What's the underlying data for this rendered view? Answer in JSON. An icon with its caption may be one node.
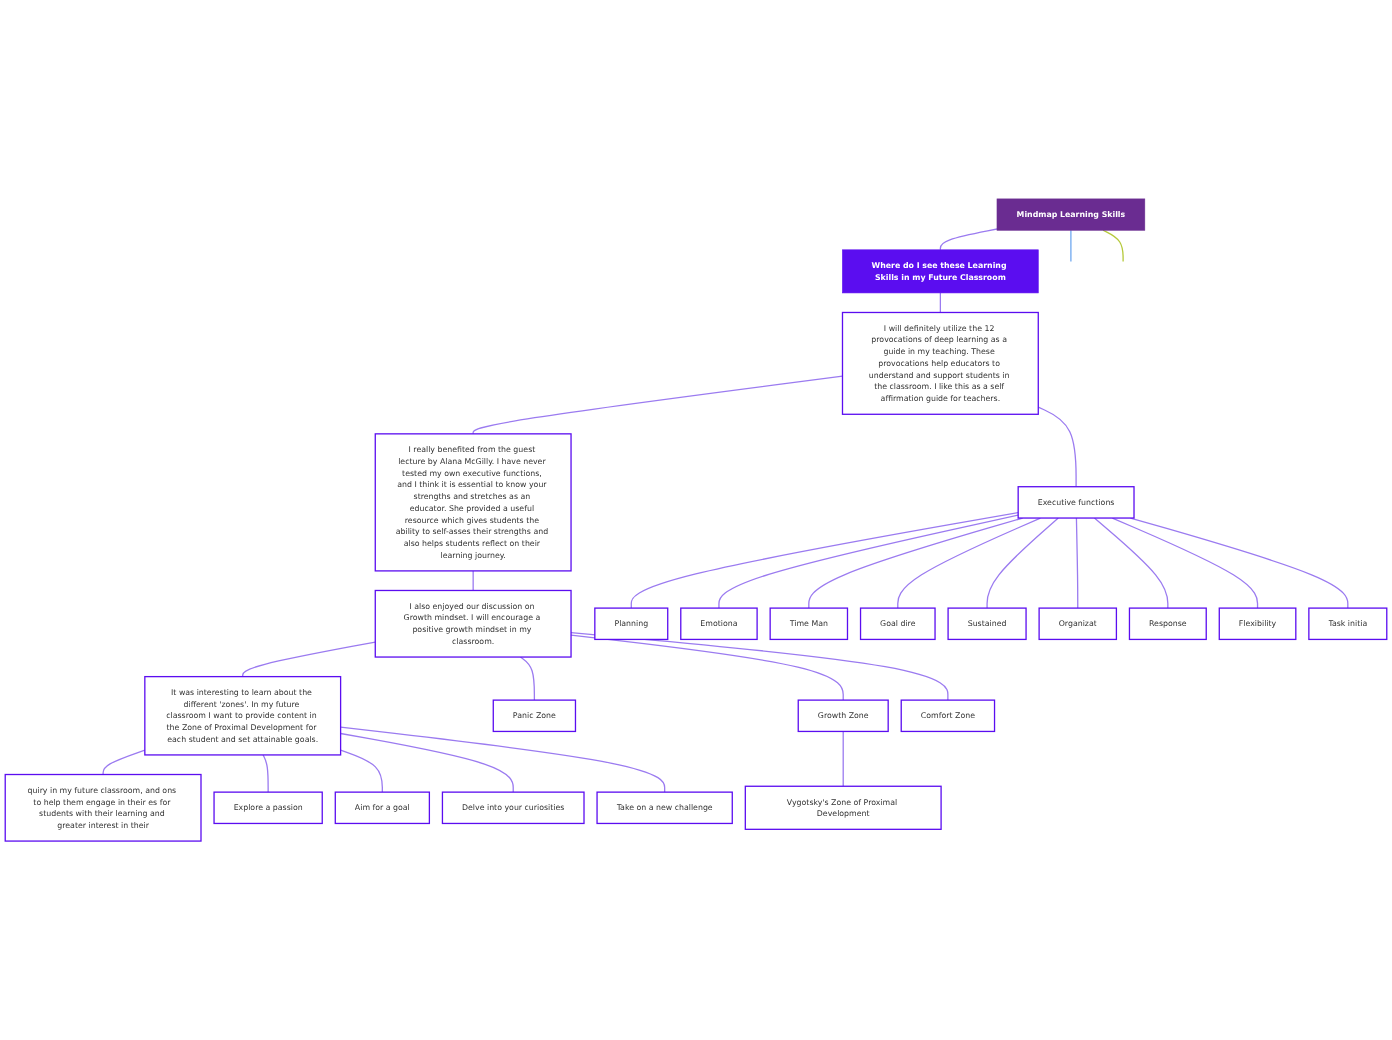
{
  "diagram": {
    "nodes": [
      {
        "text": [
          "Mindmap Learning Skills"
        ]
      },
      {
        "text": [
          "Where do I see these Learning Skills in my Future Classroom"
        ]
      },
      {
        "text": [
          "I will definitely utilize the 12 provocations of deep learning as a guide in my teaching. These provocations help educators to understand and support students in the classroom. I like this as a self affirmation guide for teachers."
        ]
      },
      {
        "text": [
          "I really benefited from the guest lecture by Alana McGilly. I have never tested my own executive functions, and I think it is essential to know your strengths and stretches as an educator. She provided a useful resource which gives students the ability to self-asses their strengths and also helps students reflect on their learning journey."
        ]
      },
      {
        "text": [
          "I also enjoyed our discussion on Growth mindset. I will encourage a positive growth mindset in my classroom."
        ]
      },
      {
        "text": [
          "It was interesting to learn about the different 'zones'. In my future classroom I want to provide content in the Zone of Proximal Development for each student and set attainable goals."
        ]
      },
      {
        "text": [
          "quiry in my future classroom, and ons to help them engage in their es for students with their learning and greater interest in their"
        ]
      },
      {
        "text": [
          "Explore a passion"
        ]
      },
      {
        "text": [
          "Aim for a goal"
        ]
      },
      {
        "text": [
          "Delve into your curiosities"
        ]
      },
      {
        "text": [
          "Take on a new challenge"
        ]
      },
      {
        "text": [
          "Panic Zone"
        ]
      },
      {
        "text": [
          "Growth Zone"
        ]
      },
      {
        "text": [
          "Comfort Zone"
        ]
      },
      {
        "text": [
          "Vygotsky's Zone of Proximal Development"
        ]
      },
      {
        "text": [
          "Executive functions"
        ]
      },
      {
        "text": [
          "Planning"
        ]
      },
      {
        "text": [
          "Emotiona"
        ]
      },
      {
        "text": [
          "Time Man"
        ]
      },
      {
        "text": [
          "Goal dire"
        ]
      },
      {
        "text": [
          "Sustained"
        ]
      },
      {
        "text": [
          "Organizat"
        ]
      },
      {
        "text": [
          "Response"
        ]
      },
      {
        "text": [
          "Flexibility"
        ]
      },
      {
        "text": [
          "Task initia"
        ]
      }
    ],
    "edges": [
      {
        "from": 0,
        "to": null,
        "arrow": "none",
        "color": "#6fa8f0"
      },
      {
        "from": 0,
        "to": null,
        "arrow": "none",
        "color": "#b5c93a"
      },
      {
        "from": 0,
        "to": 1,
        "arrow": "none"
      },
      {
        "from": 1,
        "to": 2,
        "arrow": "none"
      },
      {
        "from": 2,
        "to": 3,
        "arrow": "none"
      },
      {
        "from": 2,
        "to": 15,
        "arrow": "none"
      },
      {
        "from": 3,
        "to": 4,
        "arrow": "none"
      },
      {
        "from": 4,
        "to": 5,
        "arrow": "none"
      },
      {
        "from": 4,
        "to": 11,
        "arrow": "none"
      },
      {
        "from": 4,
        "to": 12,
        "arrow": "none"
      },
      {
        "from": 4,
        "to": 13,
        "arrow": "none"
      },
      {
        "from": 5,
        "to": 6,
        "arrow": "none"
      },
      {
        "from": 5,
        "to": 7,
        "arrow": "none"
      },
      {
        "from": 5,
        "to": 8,
        "arrow": "none"
      },
      {
        "from": 5,
        "to": 9,
        "arrow": "none"
      },
      {
        "from": 5,
        "to": 10,
        "arrow": "none"
      },
      {
        "from": 12,
        "to": 14,
        "arrow": "none"
      },
      {
        "from": 15,
        "to": 16,
        "arrow": "none"
      },
      {
        "from": 15,
        "to": 17,
        "arrow": "none"
      },
      {
        "from": 15,
        "to": 18,
        "arrow": "none"
      },
      {
        "from": 15,
        "to": 19,
        "arrow": "none"
      },
      {
        "from": 15,
        "to": 20,
        "arrow": "none"
      },
      {
        "from": 15,
        "to": 21,
        "arrow": "none"
      },
      {
        "from": 15,
        "to": 22,
        "arrow": "none"
      },
      {
        "from": 15,
        "to": 23,
        "arrow": "none"
      },
      {
        "from": 15,
        "to": 24,
        "arrow": "none"
      }
    ]
  }
}
